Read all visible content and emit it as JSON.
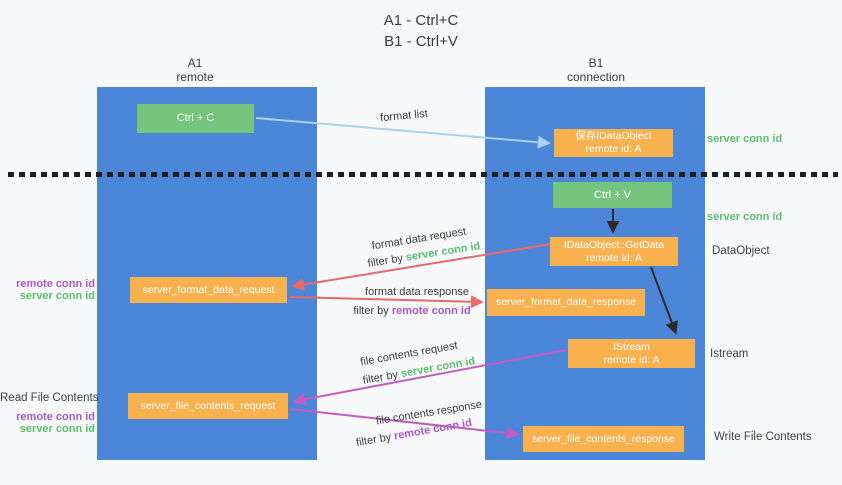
{
  "title": {
    "line1": "A1 - Ctrl+C",
    "line2": "B1 - Ctrl+V"
  },
  "lifelines": {
    "left": {
      "name": "A1",
      "role": "remote"
    },
    "right": {
      "name": "B1",
      "role": "connection"
    }
  },
  "nodes": {
    "ctrl_c": {
      "label": "Ctrl + C"
    },
    "save_dataobject": {
      "line1": "保存IDataObject",
      "line2": "remote id: A"
    },
    "ctrl_v": {
      "label": "Ctrl + V"
    },
    "getdata": {
      "line1": "IDataObject::GetData",
      "line2": "remote id: A"
    },
    "format_request": {
      "label": "server_format_data_request"
    },
    "format_response": {
      "label": "server_format_data_response"
    },
    "istream": {
      "line1": "IStream",
      "line2": "remote id: A"
    },
    "file_request": {
      "label": "server_file_contents_request"
    },
    "file_response": {
      "label": "server_file_contents_response"
    }
  },
  "arrow_labels": {
    "format_list": "format list",
    "format_data_request": "format data request",
    "format_data_response": "format data response",
    "file_contents_request": "file contents request",
    "file_contents_response": "file contents response",
    "filter_by": "filter by ",
    "server_conn_id": "server conn id",
    "remote_conn_id": "remote conn id"
  },
  "side_labels": {
    "server_conn_id_top": "server conn id",
    "server_conn_id_mid": "server conn id",
    "dataobject": "DataObject",
    "istream": "Istream",
    "write_file_contents": "Write File Contents",
    "read_file_contents": "Read File Contents",
    "left_group1": {
      "remote": "remote conn id",
      "server": "server conn id"
    },
    "left_group2": {
      "remote": "remote conn id",
      "server": "server conn id"
    }
  },
  "colors": {
    "background": "#f8f9fa",
    "lifeline_blue": "#4c86d9",
    "box_green": "#76c57e",
    "box_orange": "#f9b04f",
    "arrow_light_blue": "#a8d2ee",
    "arrow_red": "#e8696b",
    "arrow_magenta": "#c35bc2",
    "arrow_black": "#2b2b2b",
    "label_green": "#5cbd6d",
    "label_purple": "#a958cc",
    "text_dark": "#3b3b3b"
  }
}
